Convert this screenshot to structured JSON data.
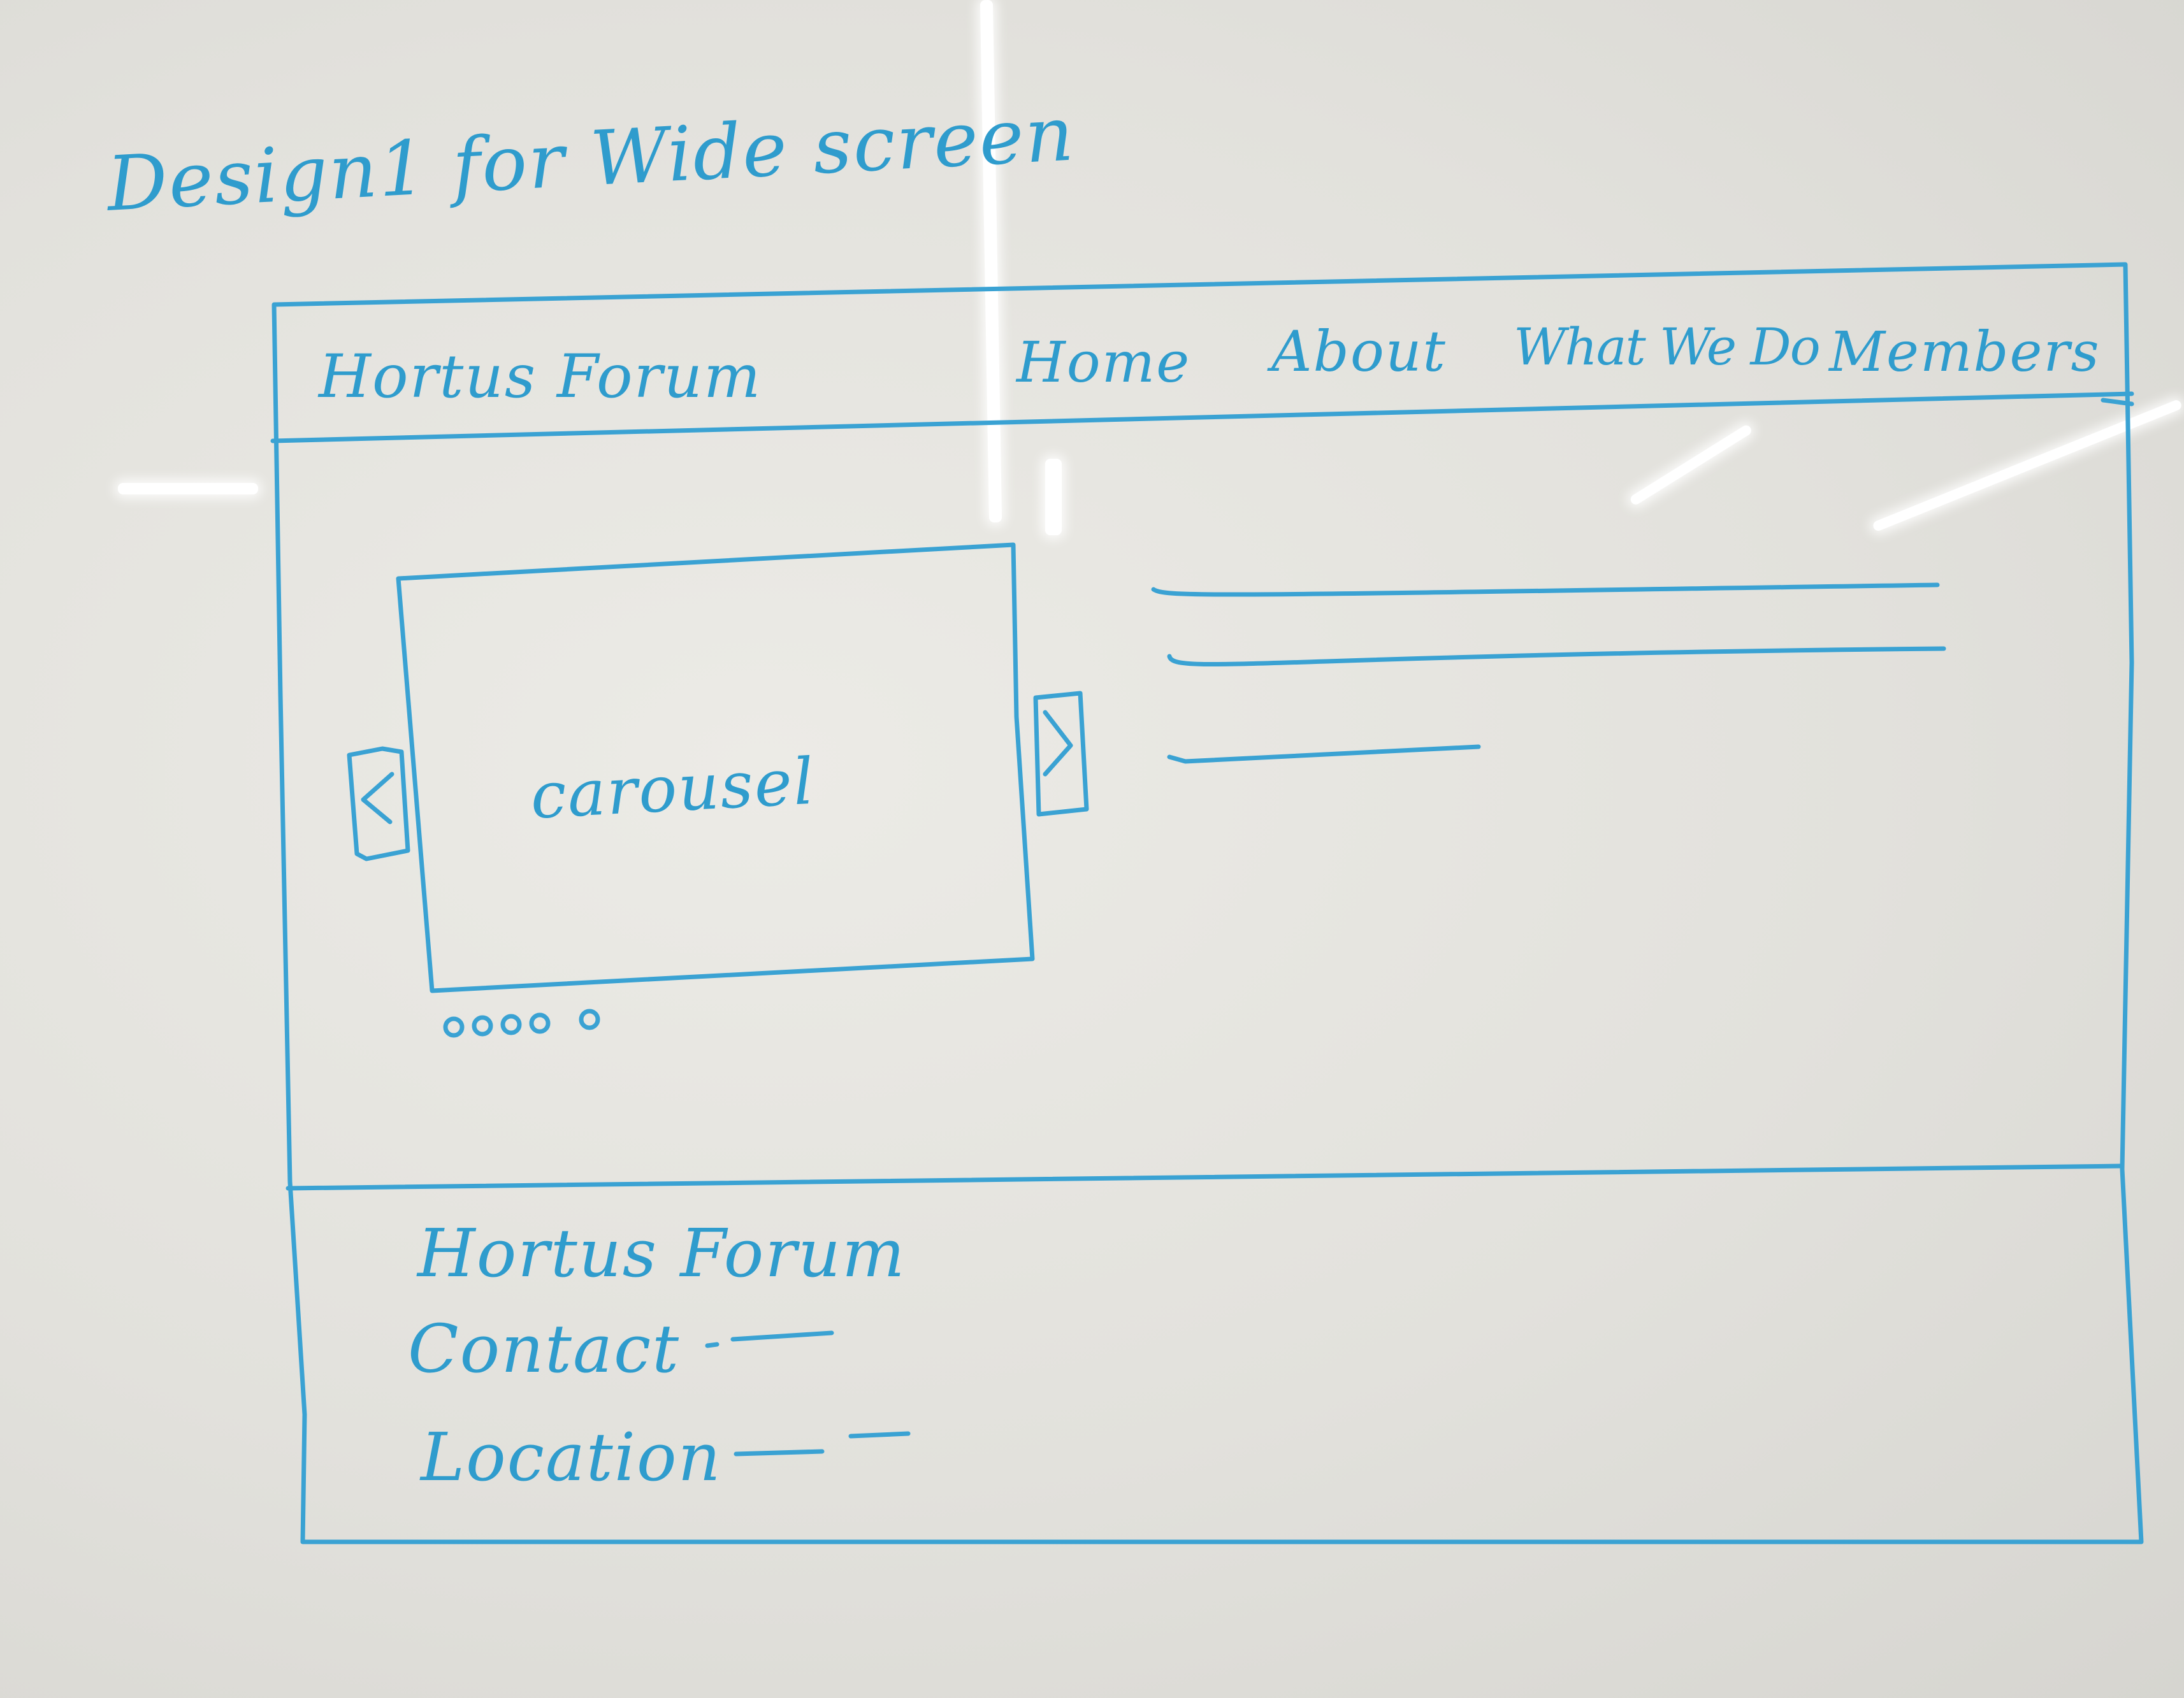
{
  "board": {
    "title": "Design1 for Wide screen"
  },
  "header": {
    "brand": "Hortus Forum",
    "nav": [
      {
        "label": "Home"
      },
      {
        "label": "About"
      },
      {
        "label": "What We Do"
      },
      {
        "label": "Members"
      }
    ]
  },
  "hero": {
    "carousel_label": "carousel",
    "prev_glyph": "<",
    "next_glyph": ">",
    "indicator_count": 5
  },
  "footer": {
    "brand": "Hortus Forum",
    "contact_label": "Contact",
    "location_label": "Location"
  },
  "colors": {
    "ink": "#3aa2d3",
    "board": "#e6e5e0"
  },
  "icons": [
    "chevron-left-icon",
    "chevron-right-icon"
  ]
}
